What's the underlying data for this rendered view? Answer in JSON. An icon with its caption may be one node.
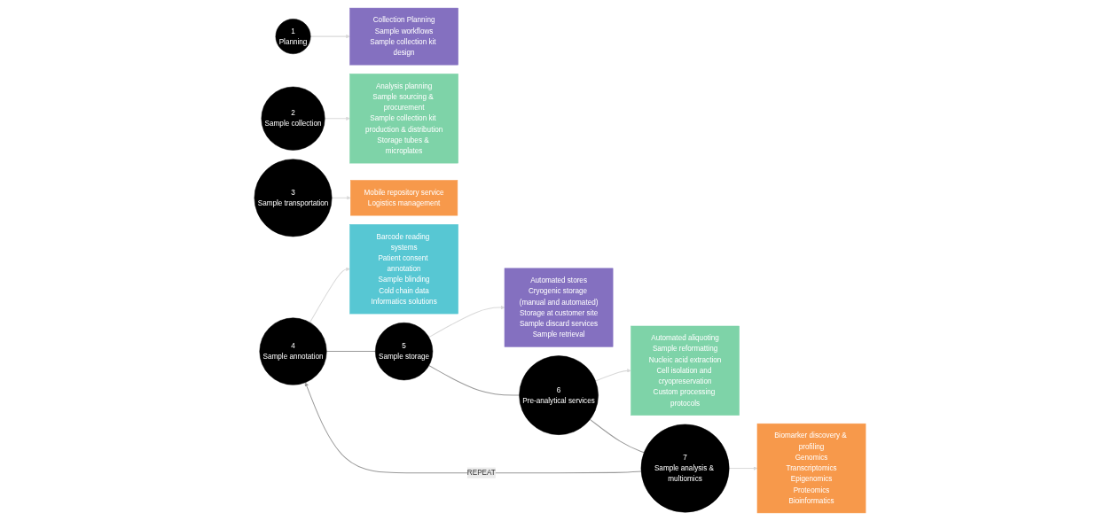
{
  "diagram": {
    "nodes": [
      {
        "text": [
          "1",
          "Planning"
        ]
      },
      {
        "text": [
          "2",
          "Sample collection"
        ]
      },
      {
        "text": [
          "3",
          "Sample transportation"
        ]
      },
      {
        "text": [
          "4",
          "Sample annotation"
        ]
      },
      {
        "text": [
          "5",
          "Sample storage"
        ]
      },
      {
        "text": [
          "6",
          "Pre-analytical services"
        ]
      },
      {
        "text": [
          "7",
          "Sample analysis & multiomics"
        ]
      },
      {
        "text": [
          "Collection Planning",
          "Sample workflows",
          "Sample collection kit design"
        ]
      },
      {
        "text": [
          "Analysis planning",
          "Sample sourcing & procurement",
          "Sample collection kit production & distribution",
          "Storage tubes & microplates"
        ]
      },
      {
        "text": [
          "Mobile repository service",
          "Logistics management"
        ]
      },
      {
        "text": [
          "Barcode reading systems",
          "Patient consent annotation",
          "Sample blinding",
          "Cold chain data",
          "Informatics solutions"
        ]
      },
      {
        "text": [
          "Automated stores",
          "Cryogenic storage (manual and automated)",
          "Storage at customer site",
          "Sample discard services",
          "Sample retrieval"
        ]
      },
      {
        "text": [
          "Automated aliquoting",
          "Sample reformatting",
          "Nucleic acid extraction",
          "Cell isolation and cryopreservation",
          "Custom processing protocols"
        ]
      },
      {
        "text": [
          "Biomarker discovery & profiling",
          "Genomics",
          "Transcriptomics",
          "Epigenomics",
          "Proteomics",
          "Bioinformatics"
        ]
      }
    ],
    "edges": [
      {
        "from": 0,
        "to": 7,
        "arrow": "to",
        "color": "#d9d9d9"
      },
      {
        "from": 1,
        "to": 8,
        "arrow": "to",
        "color": "#d9d9d9"
      },
      {
        "from": 2,
        "to": 9,
        "arrow": "to",
        "color": "#d9d9d9"
      },
      {
        "from": 3,
        "to": 10,
        "arrow": "to",
        "color": "#d9d9d9"
      },
      {
        "from": 4,
        "to": 11,
        "arrow": "to",
        "color": "#d9d9d9"
      },
      {
        "from": 5,
        "to": 12,
        "arrow": "to",
        "color": "#d9d9d9"
      },
      {
        "from": 6,
        "to": 13,
        "arrow": "to",
        "color": "#d9d9d9"
      },
      {
        "from": 3,
        "to": 4,
        "arrow": "none"
      },
      {
        "from": 4,
        "to": 5,
        "arrow": "none"
      },
      {
        "from": 5,
        "to": 6,
        "arrow": "none"
      },
      {
        "from": 6,
        "to": 3,
        "arrow": "to",
        "label": "REPEAT"
      }
    ]
  }
}
